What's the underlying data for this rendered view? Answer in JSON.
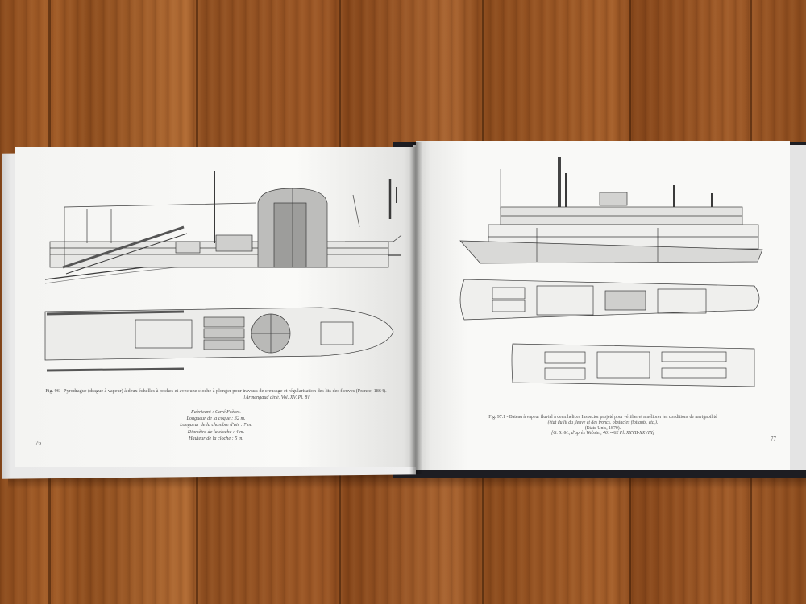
{
  "left_page": {
    "figure_caption_line1": "Fig. 96 - Pyrodrague (drague à vapeur) à deux échelles à poches et avec une cloche à plonger pour travaux de creusage et régularisation des lits des fleuves (France, 1864).",
    "figure_caption_line2": "[Armengaud aîné, Vol. XV, Pl. 8]",
    "specs": [
      "Fabricant : Cavé Frères.",
      "Longueur de la coque : 32 m.",
      "Longueur de la chambre d'air : 7 m.",
      "Diamètre de la cloche : 4 m.",
      "Hauteur de la cloche : 5 m."
    ],
    "page_number": "76"
  },
  "right_page": {
    "figure_caption_line1": "Fig. 97.1 - Bateau à vapeur fluvial à deux hélices Inspector projeté pour vérifier et améliorer les conditions de navigabilité",
    "figure_caption_line2": "(état du lit du fleuve et des troncs, obstacles flottants, etc.).",
    "figure_caption_line3": "(États-Unis, 1870).",
    "figure_caption_line4": "[G. S.-M., d'après Webster, 461-462 Pl. XXVII-XXVIII]",
    "page_number": "77"
  }
}
